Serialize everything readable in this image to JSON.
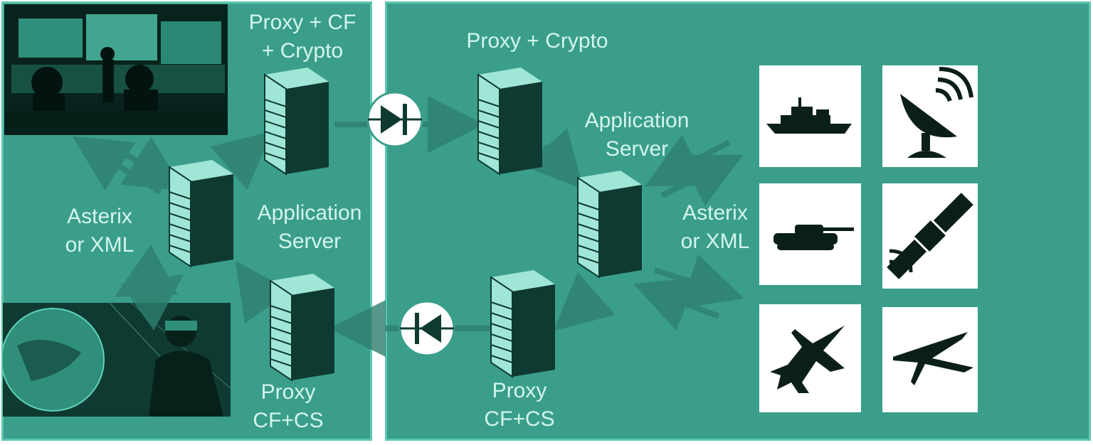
{
  "left": {
    "proxy_top_label": "Proxy + CF\n+ Crypto",
    "app_server_label": "Application\nServer",
    "asterix_label": "Asterix\nor  XML",
    "proxy_bottom_label": "Proxy\nCF+CS"
  },
  "right": {
    "proxy_top_label": "Proxy + Crypto",
    "app_server_label": "Application\nServer",
    "asterix_label": "Asterix\nor  XML",
    "proxy_bottom_label": "Proxy\nCF+CS"
  },
  "icons": [
    "warship-icon",
    "satellite-dish-icon",
    "tank-icon",
    "satellite-icon",
    "fighter-jet-icon",
    "drone-icon"
  ],
  "colors": {
    "panel": "#3a9e8b",
    "panel_border": "#5cc7b2",
    "label": "#d4f5ec",
    "icon": "#0b1f1a"
  }
}
